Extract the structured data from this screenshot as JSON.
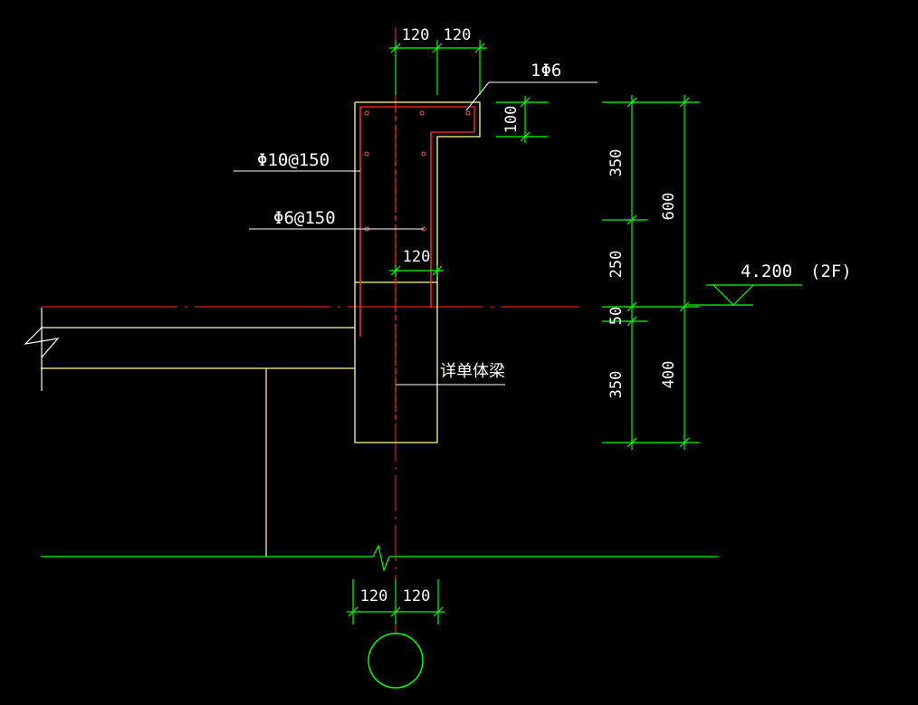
{
  "colors": {
    "background": "#000000",
    "dimension": "#00ff00",
    "outline": "#ffff99",
    "rebar": "#ff2a2a",
    "centerline": "#ff2a2a",
    "text": "#ffffff",
    "leader": "#ffffff"
  },
  "top_dims": {
    "left": "120",
    "right": "120"
  },
  "bottom_dims": {
    "left": "120",
    "right": "120"
  },
  "upturn_dim": "100",
  "inner_dim": "120",
  "right_dims": {
    "seg_top": "350",
    "seg_mid": "250",
    "seg_small": "50",
    "seg_bottom": "350",
    "total_upper": "600",
    "total_lower": "400"
  },
  "labels": {
    "top_bar": "1Φ6",
    "stirrup_main": "Φ10@150",
    "stirrup_sec": "Φ6@150",
    "beam_note": "详单体梁"
  },
  "elevation": {
    "value": "4.200",
    "floor": "(2F)"
  },
  "axis_bubble": ""
}
